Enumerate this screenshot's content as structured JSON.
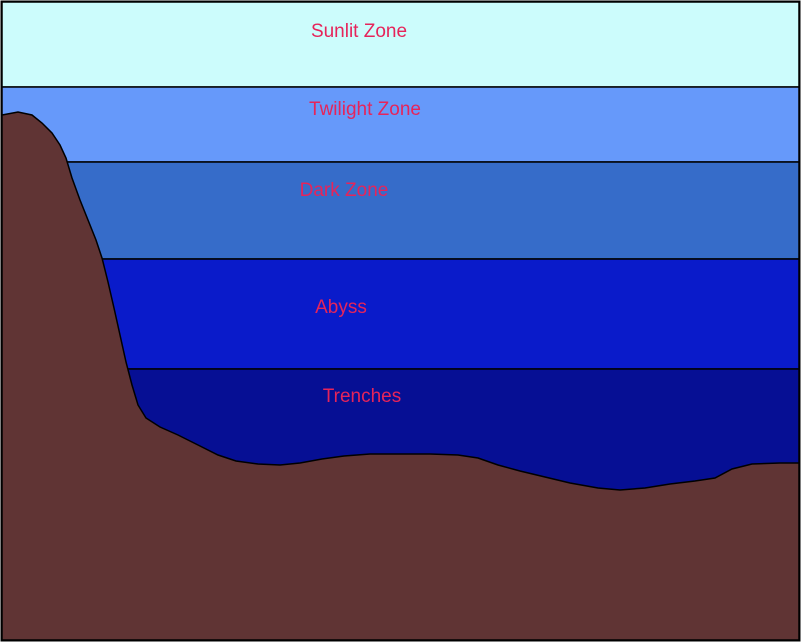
{
  "zones": [
    {
      "id": "sunlit",
      "label": "Sunlit Zone",
      "color": "#ccfcfc"
    },
    {
      "id": "twilight",
      "label": "Twilight Zone",
      "color": "#6699fa"
    },
    {
      "id": "dark",
      "label": "Dark Zone",
      "color": "#366cc9"
    },
    {
      "id": "abyss",
      "label": "Abyss",
      "color": "#0a1bca"
    },
    {
      "id": "trenches",
      "label": "Trenches",
      "color": "#060f94"
    }
  ],
  "colors": {
    "label_text": "#e6245a",
    "seafloor": "#603434",
    "outline": "#000000"
  }
}
